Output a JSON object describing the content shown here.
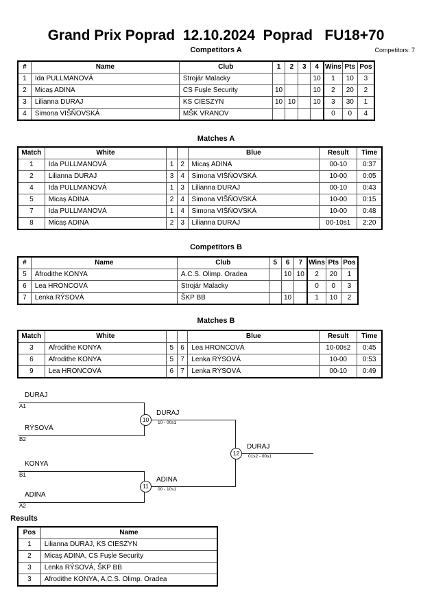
{
  "header": {
    "title": "Grand Prix Poprad  12.10.2024  Poprad   FU18+70",
    "subtitle": "Competitors A",
    "competitors_count": "Competitors: 7"
  },
  "captions": {
    "matches_a": "Matches A",
    "competitors_b": "Competitors B",
    "matches_b": "Matches B",
    "results": "Results"
  },
  "competitors_a": {
    "headers": [
      "#",
      "Name",
      "Club",
      "1",
      "2",
      "3",
      "4",
      "Wins",
      "Pts",
      "Pos"
    ],
    "rows": [
      {
        "num": "1",
        "name": "Ida PULLMANOVÁ",
        "club": "Strojár Malacky",
        "s": [
          "",
          "",
          "",
          "10"
        ],
        "wins": "1",
        "pts": "10",
        "pos": "3"
      },
      {
        "num": "2",
        "name": "Micaș ADINA",
        "club": "CS Fușle Security",
        "s": [
          "10",
          "",
          "",
          "10"
        ],
        "wins": "2",
        "pts": "20",
        "pos": "2"
      },
      {
        "num": "3",
        "name": "Lilianna DURAJ",
        "club": "KS CIESZYN",
        "s": [
          "10",
          "10",
          "",
          "10"
        ],
        "wins": "3",
        "pts": "30",
        "pos": "1"
      },
      {
        "num": "4",
        "name": "Simona VIŠŇOVSKÁ",
        "club": "MŠK VRANOV",
        "s": [
          "",
          "",
          "",
          ""
        ],
        "wins": "0",
        "pts": "0",
        "pos": "4"
      }
    ]
  },
  "matches_a": {
    "headers": [
      "Match",
      "White",
      "Blue",
      "Result",
      "Time"
    ],
    "rows": [
      {
        "match": "1",
        "white": "Ida PULLMANOVÁ",
        "wn": "1",
        "bn": "2",
        "blue": "Micaș ADINA",
        "result": "00-10",
        "time": "0:37"
      },
      {
        "match": "2",
        "white": "Lilianna DURAJ",
        "wn": "3",
        "bn": "4",
        "blue": "Simona VIŠŇOVSKÁ",
        "result": "10-00",
        "time": "0:05"
      },
      {
        "match": "4",
        "white": "Ida PULLMANOVÁ",
        "wn": "1",
        "bn": "3",
        "blue": "Lilianna DURAJ",
        "result": "00-10",
        "time": "0:43"
      },
      {
        "match": "5",
        "white": "Micaș ADINA",
        "wn": "2",
        "bn": "4",
        "blue": "Simona VIŠŇOVSKÁ",
        "result": "10-00",
        "time": "0:15"
      },
      {
        "match": "7",
        "white": "Ida PULLMANOVÁ",
        "wn": "1",
        "bn": "4",
        "blue": "Simona VIŠŇOVSKÁ",
        "result": "10-00",
        "time": "0:48"
      },
      {
        "match": "8",
        "white": "Micaș ADINA",
        "wn": "2",
        "bn": "3",
        "blue": "Lilianna DURAJ",
        "result": "00-10s1",
        "time": "2:20"
      }
    ]
  },
  "competitors_b": {
    "headers": [
      "#",
      "Name",
      "Club",
      "5",
      "6",
      "7",
      "Wins",
      "Pts",
      "Pos"
    ],
    "rows": [
      {
        "num": "5",
        "name": "Afrodithe KONYA",
        "club": "A.C.S. Olimp. Oradea",
        "s": [
          "",
          "10",
          "10"
        ],
        "wins": "2",
        "pts": "20",
        "pos": "1"
      },
      {
        "num": "6",
        "name": "Lea HRONCOVÁ",
        "club": "Strojár Malacky",
        "s": [
          "",
          "",
          ""
        ],
        "wins": "0",
        "pts": "0",
        "pos": "3"
      },
      {
        "num": "7",
        "name": "Lenka RÝSOVÁ",
        "club": "ŠKP BB",
        "s": [
          "",
          "10",
          ""
        ],
        "wins": "1",
        "pts": "10",
        "pos": "2"
      }
    ]
  },
  "matches_b": {
    "headers": [
      "Match",
      "White",
      "Blue",
      "Result",
      "Time"
    ],
    "rows": [
      {
        "match": "3",
        "white": "Afrodithe KONYA",
        "wn": "5",
        "bn": "6",
        "blue": "Lea HRONCOVÁ",
        "result": "10-00s2",
        "time": "0:45"
      },
      {
        "match": "6",
        "white": "Afrodithe KONYA",
        "wn": "5",
        "bn": "7",
        "blue": "Lenka RÝSOVÁ",
        "result": "10-00",
        "time": "0:53"
      },
      {
        "match": "9",
        "white": "Lea HRONCOVÁ",
        "wn": "6",
        "bn": "7",
        "blue": "Lenka RÝSOVÁ",
        "result": "00-10",
        "time": "0:49"
      }
    ]
  },
  "bracket": {
    "seeds": [
      {
        "name": "DURAJ",
        "slot": "A1"
      },
      {
        "name": "RÝSOVÁ",
        "slot": "B2"
      },
      {
        "name": "KONYA",
        "slot": "B1"
      },
      {
        "name": "ADINA",
        "slot": "A2"
      }
    ],
    "semis": [
      {
        "match": "10",
        "winner": "DURAJ",
        "score": "10 - 00s1"
      },
      {
        "match": "11",
        "winner": "ADINA",
        "score": "00 - 10s1"
      }
    ],
    "final": {
      "match": "12",
      "winner": "DURAJ",
      "score": "01s2 - 00s1"
    }
  },
  "results": {
    "headers": [
      "Pos",
      "Name"
    ],
    "rows": [
      {
        "pos": "1",
        "name": "Lilianna DURAJ, KS CIESZYN"
      },
      {
        "pos": "2",
        "name": "Micaș ADINA, CS Fușle Security"
      },
      {
        "pos": "3",
        "name": "Lenka RÝSOVÁ, ŠKP BB"
      },
      {
        "pos": "3",
        "name": "Afrodithe KONYA, A.C.S. Olimp. Oradea"
      }
    ]
  }
}
